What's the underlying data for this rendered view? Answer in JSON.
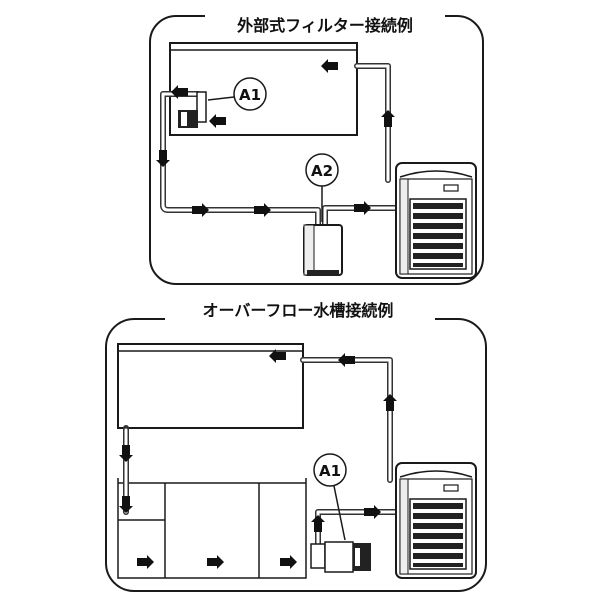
{
  "panels": {
    "external_filter": {
      "title": "外部式フィルター接続例",
      "callouts": {
        "a1": "A1",
        "a2": "A2"
      }
    },
    "overflow_tank": {
      "title": "オーバーフロー水槽接続例",
      "callouts": {
        "a1": "A1"
      }
    }
  },
  "icons": {
    "arrow": "arrow-icon",
    "chiller": "chiller-icon",
    "pump": "pump-icon",
    "filter": "filter-canister-icon"
  }
}
